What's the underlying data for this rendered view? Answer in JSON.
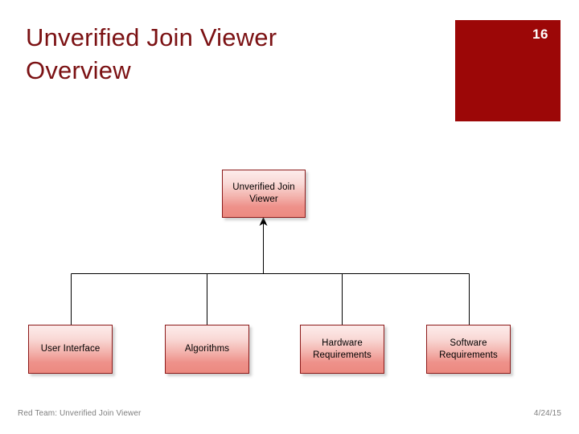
{
  "slide": {
    "title": "Unverified Join Viewer Overview",
    "page_number": "16",
    "accent_color": "#9c0707",
    "title_color": "#7b1113",
    "footer_color": "#808080"
  },
  "footer": {
    "left": "Red Team: Unverified Join Viewer",
    "right": "4/24/15"
  },
  "diagram": {
    "type": "hierarchy",
    "root": {
      "label": "Unverified Join Viewer"
    },
    "children": [
      {
        "label": "User Interface"
      },
      {
        "label": "Algorithms"
      },
      {
        "label": "Hardware Requirements"
      },
      {
        "label": "Software Requirements"
      }
    ],
    "connector_color": "#000000",
    "node_border_color": "#8c1a1a",
    "node_fill_top": "#fdeceb",
    "node_fill_bottom": "#ec8980"
  }
}
